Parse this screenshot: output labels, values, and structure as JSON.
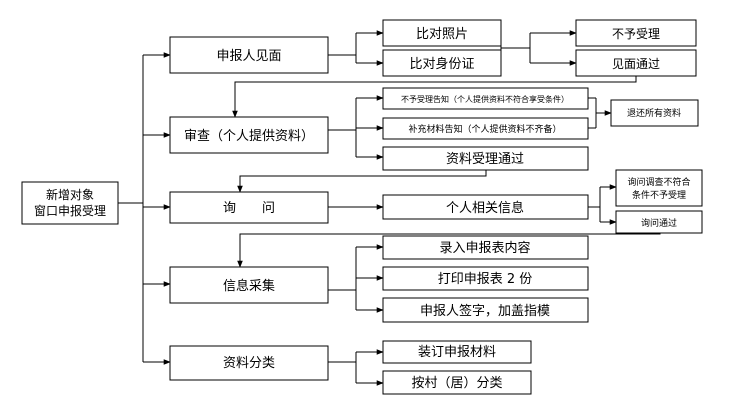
{
  "nodes": {
    "root_line1": "新增对象",
    "root_line2": "窗口申报受理",
    "meet": "申报人见面",
    "compare_photo": "比对照片",
    "compare_id": "比对身份证",
    "not_accept_1": "不予受理",
    "meet_pass": "见面通过",
    "review": "审查（个人提供资料）",
    "notice_reject": "不予受理告知（个人提供资料不符合享受条件）",
    "notice_supplement": "补充材料告知（个人提供资料不齐备）",
    "return_docs": "退还所有资料",
    "docs_accepted": "资料受理通过",
    "inquiry": "询　　问",
    "personal_info": "个人相关信息",
    "inquiry_fail_line1": "询问调查不符合",
    "inquiry_fail_line2": "条件不予受理",
    "inquiry_pass": "询问通过",
    "collect": "信息采集",
    "enter_form": "录入申报表内容",
    "print_form": "打印申报表 2 份",
    "sign": "申报人签字，加盖指模",
    "classify": "资料分类",
    "bind_docs": "装订申报材料",
    "by_village": "按村（居）分类"
  }
}
